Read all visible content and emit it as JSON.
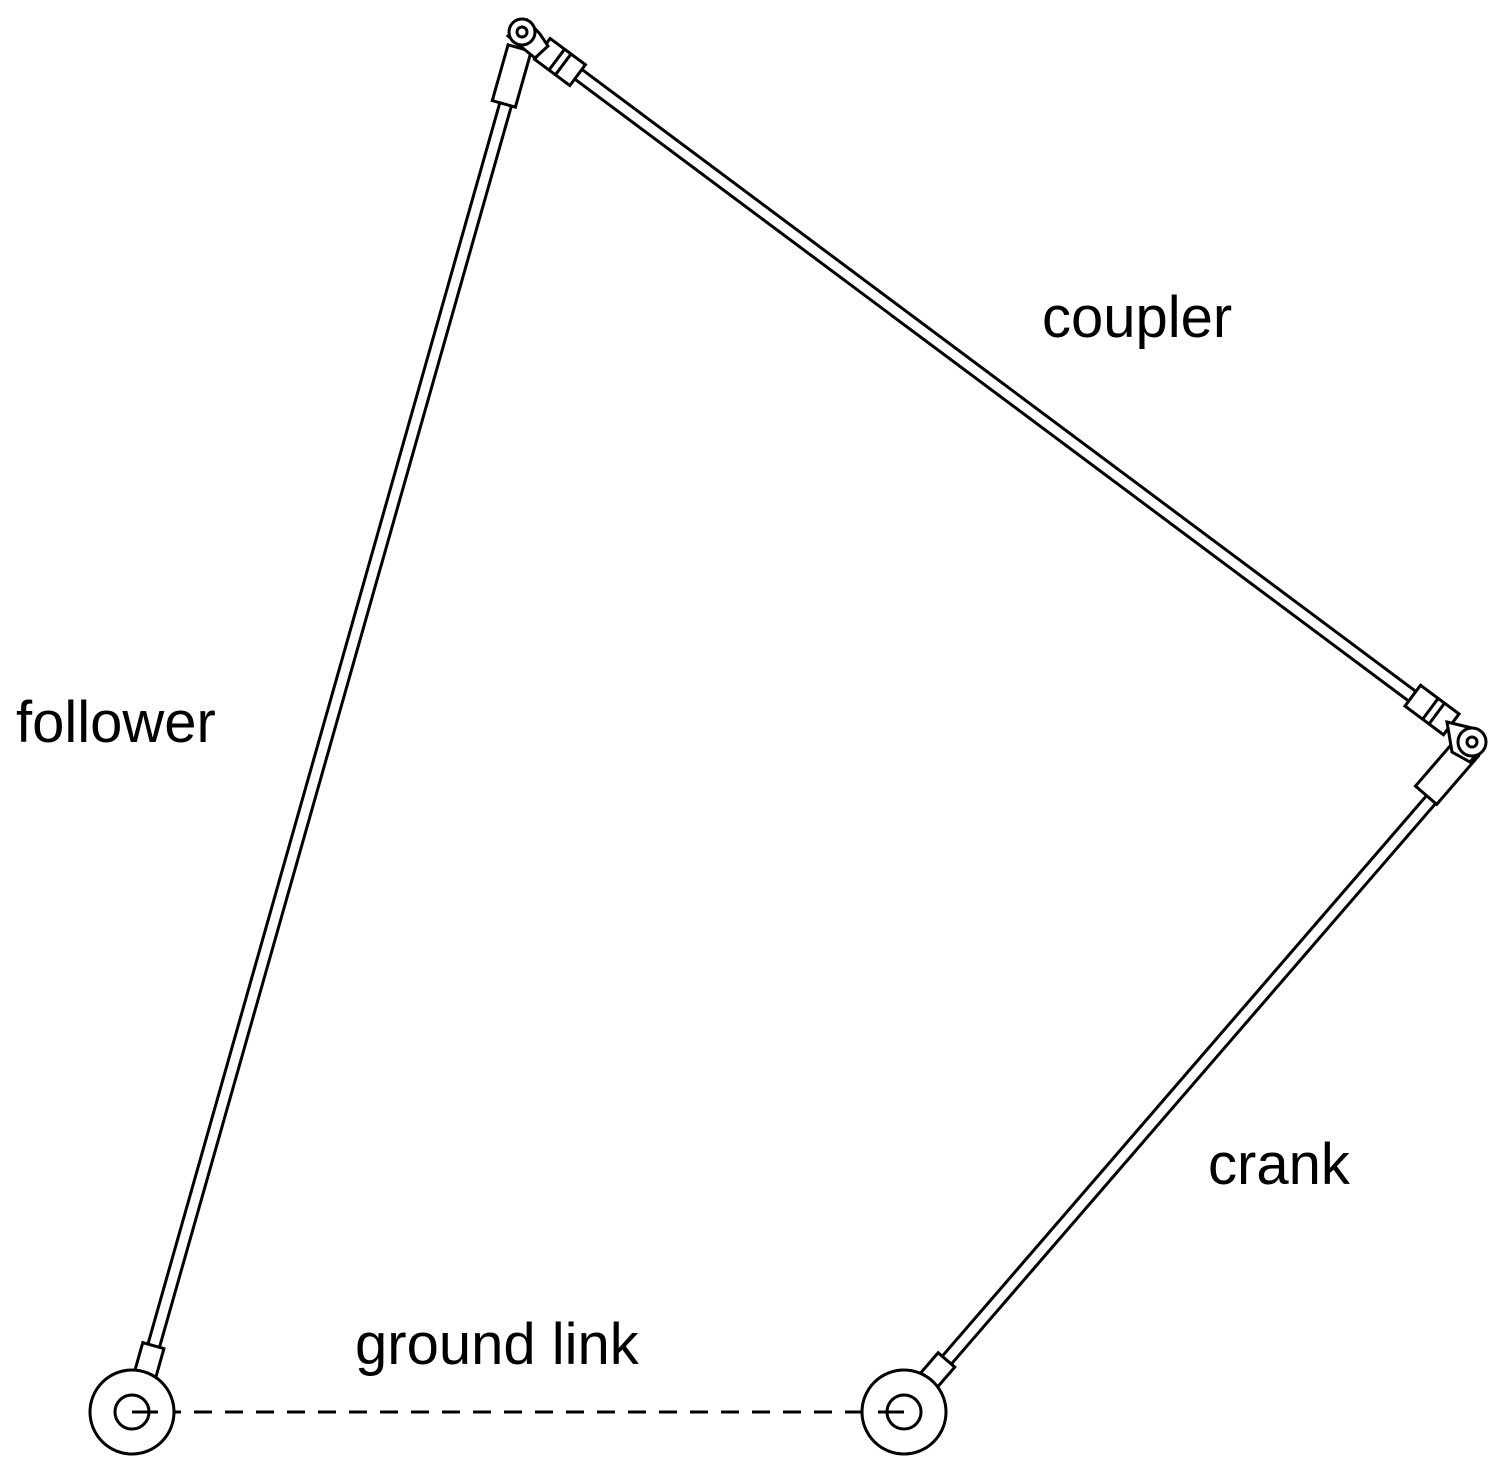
{
  "labels": {
    "coupler": "coupler",
    "follower": "follower",
    "crank": "crank",
    "ground": "ground link"
  },
  "colors": {
    "stroke": "#000000",
    "background": "#ffffff"
  }
}
